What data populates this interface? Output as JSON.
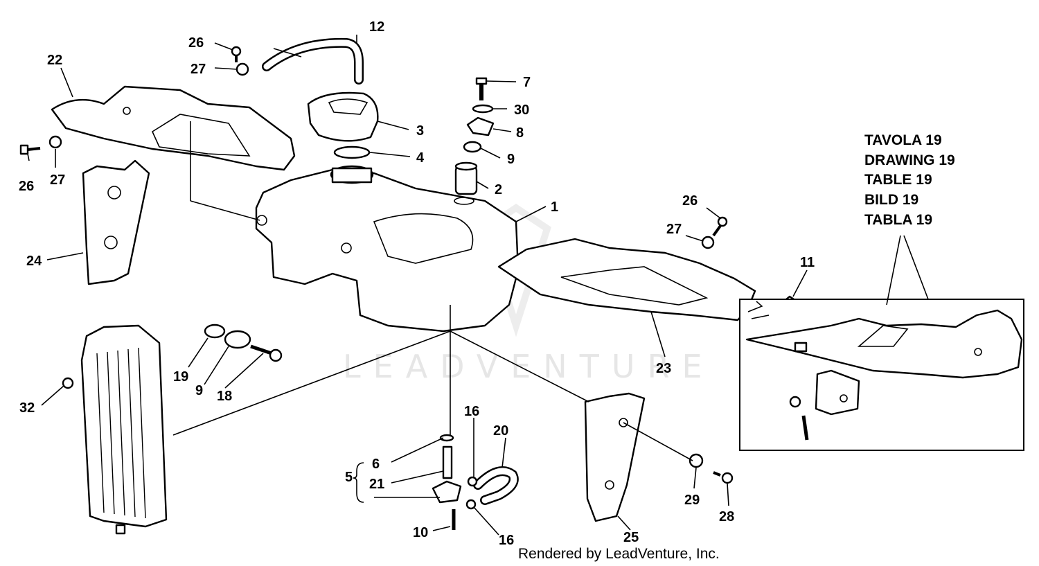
{
  "callouts": [
    {
      "id": "c1",
      "label": "1"
    },
    {
      "id": "c2",
      "label": "2"
    },
    {
      "id": "c3",
      "label": "3"
    },
    {
      "id": "c4",
      "label": "4"
    },
    {
      "id": "c5",
      "label": "5"
    },
    {
      "id": "c6",
      "label": "6"
    },
    {
      "id": "c7",
      "label": "7"
    },
    {
      "id": "c8",
      "label": "8"
    },
    {
      "id": "c9a",
      "label": "9"
    },
    {
      "id": "c9b",
      "label": "9"
    },
    {
      "id": "c10",
      "label": "10"
    },
    {
      "id": "c11",
      "label": "11"
    },
    {
      "id": "c12",
      "label": "12"
    },
    {
      "id": "c16a",
      "label": "16"
    },
    {
      "id": "c16b",
      "label": "16"
    },
    {
      "id": "c18",
      "label": "18"
    },
    {
      "id": "c19",
      "label": "19"
    },
    {
      "id": "c20",
      "label": "20"
    },
    {
      "id": "c21",
      "label": "21"
    },
    {
      "id": "c22",
      "label": "22"
    },
    {
      "id": "c23",
      "label": "23"
    },
    {
      "id": "c24",
      "label": "24"
    },
    {
      "id": "c25",
      "label": "25"
    },
    {
      "id": "c26a",
      "label": "26"
    },
    {
      "id": "c26b",
      "label": "26"
    },
    {
      "id": "c26c",
      "label": "26"
    },
    {
      "id": "c27a",
      "label": "27"
    },
    {
      "id": "c27b",
      "label": "27"
    },
    {
      "id": "c27c",
      "label": "27"
    },
    {
      "id": "c28",
      "label": "28"
    },
    {
      "id": "c29",
      "label": "29"
    },
    {
      "id": "c30",
      "label": "30"
    },
    {
      "id": "c32",
      "label": "32"
    }
  ],
  "table_reference": [
    "TAVOLA 19",
    "DRAWING 19",
    "TABLE 19",
    "BILD 19",
    "TABLA 19"
  ],
  "watermark": "LEADVENTURE",
  "credit": "Rendered by LeadVenture, Inc."
}
